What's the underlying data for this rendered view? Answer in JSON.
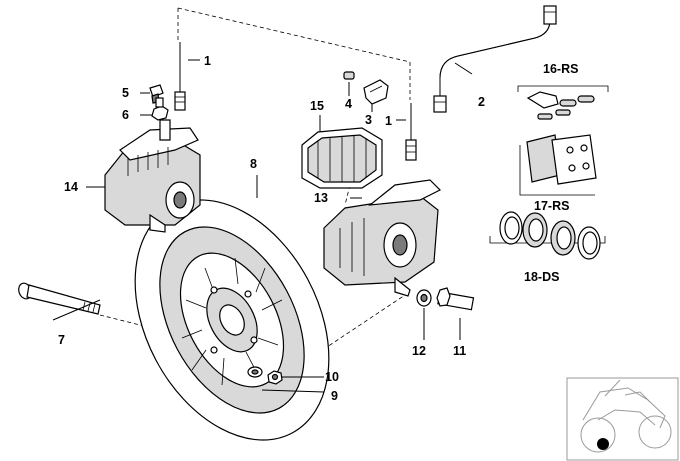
{
  "labels": {
    "l1a": "1",
    "l1b": "1",
    "l2": "2",
    "l3": "3",
    "l4": "4",
    "l5": "5",
    "l6": "6",
    "l7": "7",
    "l8": "8",
    "l9": "9",
    "l10": "10",
    "l11": "11",
    "l12": "12",
    "l13": "13",
    "l14": "14",
    "l15": "15",
    "l16": "16-RS",
    "l17": "17-RS",
    "l18": "18-DS"
  },
  "thumbnail": {
    "icon": "motorcycle-icon",
    "marker_color": "#000000"
  }
}
